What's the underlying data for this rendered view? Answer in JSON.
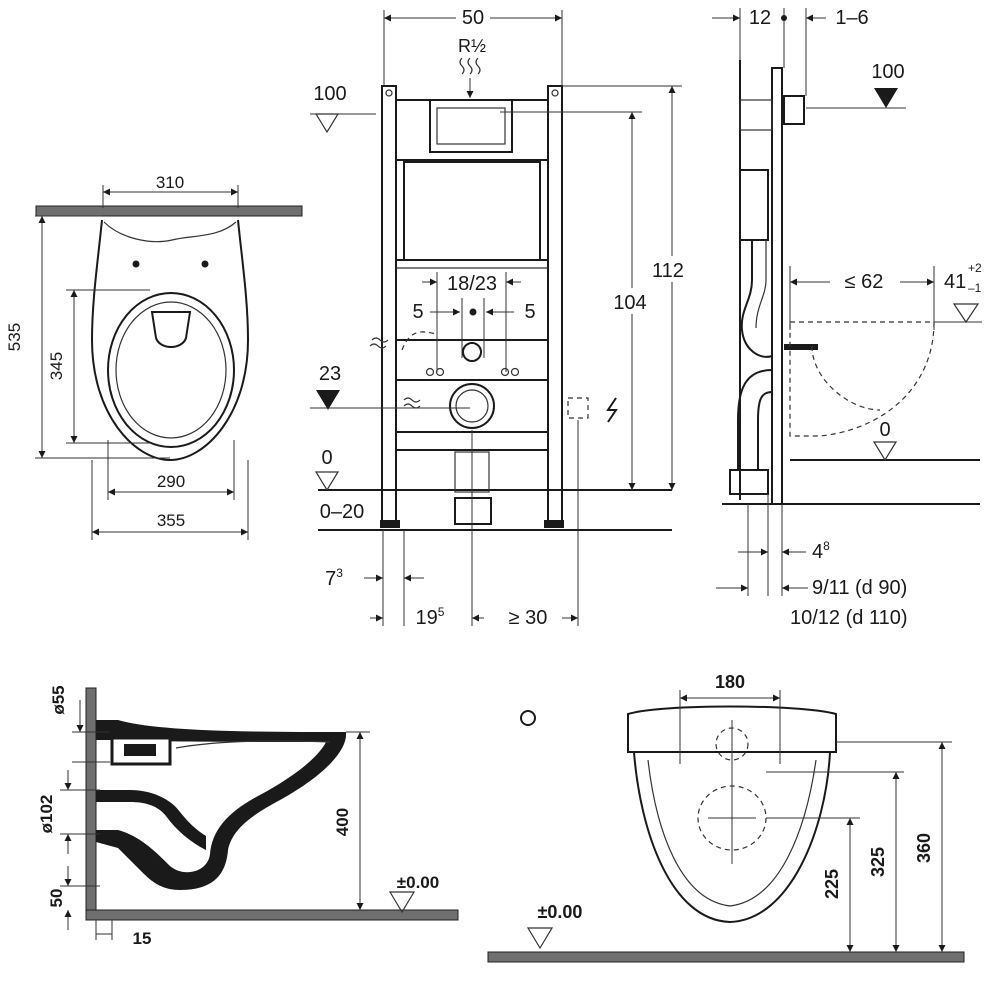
{
  "top_left_view": {
    "dims": {
      "width_310": "310",
      "height_535": "535",
      "height_345": "345",
      "width_290": "290",
      "width_355": "355"
    }
  },
  "frame_front_view": {
    "dims": {
      "width_50": "50",
      "inlet": "R½",
      "level_100": "100",
      "height_112": "112",
      "height_104": "104",
      "spacing_18_23": "18/23",
      "offset_5_left": "5",
      "offset_5_right": "5",
      "level_23": "23",
      "level_0": "0",
      "range_0_20": "0–20",
      "dim_7_3": "7",
      "dim_7_3_sup": "3",
      "dim_19_5": "19",
      "dim_19_5_sup": "5",
      "dim_ge_30": "≥ 30"
    }
  },
  "frame_side_view": {
    "dims": {
      "dim_12": "12",
      "dim_1_6": "1–6",
      "level_100": "100",
      "dim_le_62": "≤ 62",
      "dim_41": "41",
      "tol_plus": "+2",
      "tol_minus": "–1",
      "level_0": "0",
      "dim_4_8": "4",
      "dim_4_8_sup": "8",
      "dim_9_11": "9/11  (d 90)",
      "dim_10_12": "10/12 (d 110)"
    }
  },
  "bowl_side_view": {
    "dims": {
      "dia_55": "ø55",
      "dia_102": "ø102",
      "dim_50": "50",
      "dim_15": "15",
      "height_400": "400",
      "level_zero": "±0.00"
    }
  },
  "bowl_front_view": {
    "dims": {
      "width_180": "180",
      "height_360": "360",
      "height_325": "325",
      "height_225": "225",
      "level_zero": "±0.00"
    }
  }
}
